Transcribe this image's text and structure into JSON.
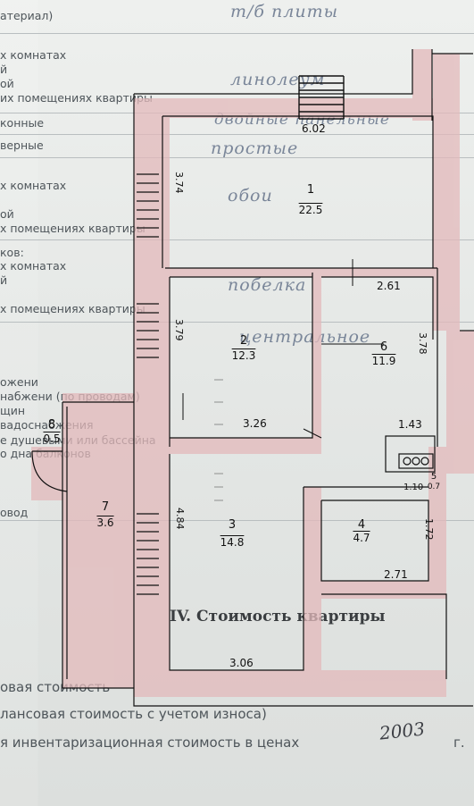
{
  "form": {
    "lines": [
      "атериал)",
      "х комнатах",
      "й",
      "ой",
      "их помещениях квартиры",
      "конные",
      "верные",
      "х комнатах",
      "ой",
      "х помещениях квартиры",
      "ков:",
      "х комнатах",
      "й",
      "х помещениях квартиры",
      "ожени",
      "набжени (по проводам)",
      "щин",
      "вадоснабжения",
      "е душевыми или бассейна",
      "о дна балконов",
      "овод"
    ],
    "section_title": "IV. Стоимость квартиры",
    "cost_lines": [
      "овая стоимость",
      "лансовая стоимость с учетом износа)",
      "я инвентаризационная стоимость в ценах"
    ],
    "year_suffix": "г.",
    "year": "2003"
  },
  "handwriting": [
    "т/б плиты",
    "линолеум",
    "двойные панельные",
    "простые",
    "обои",
    "побелка",
    "центральное"
  ],
  "plan": {
    "dimensions": {
      "top_width": "6.02",
      "room1_height": "3.74",
      "room6_width": "2.61",
      "room2_height": "3.79",
      "room6_height": "3.78",
      "room2_width": "3.26",
      "kitchen_small": "1.43",
      "room5_width": "1.10",
      "room3_height": "4.84",
      "room4_height": "1.72",
      "room4_width": "2.71",
      "room3_width": "3.06"
    },
    "rooms": [
      {
        "num": "1",
        "area": "22.5"
      },
      {
        "num": "2",
        "area": "12.3"
      },
      {
        "num": "6",
        "area": "11.9"
      },
      {
        "num": "3",
        "area": "14.8"
      },
      {
        "num": "4",
        "area": "4.7"
      },
      {
        "num": "7",
        "area": "3.6"
      },
      {
        "num": "8",
        "area": "0.5"
      },
      {
        "num": "5",
        "area": "0.7"
      }
    ]
  }
}
